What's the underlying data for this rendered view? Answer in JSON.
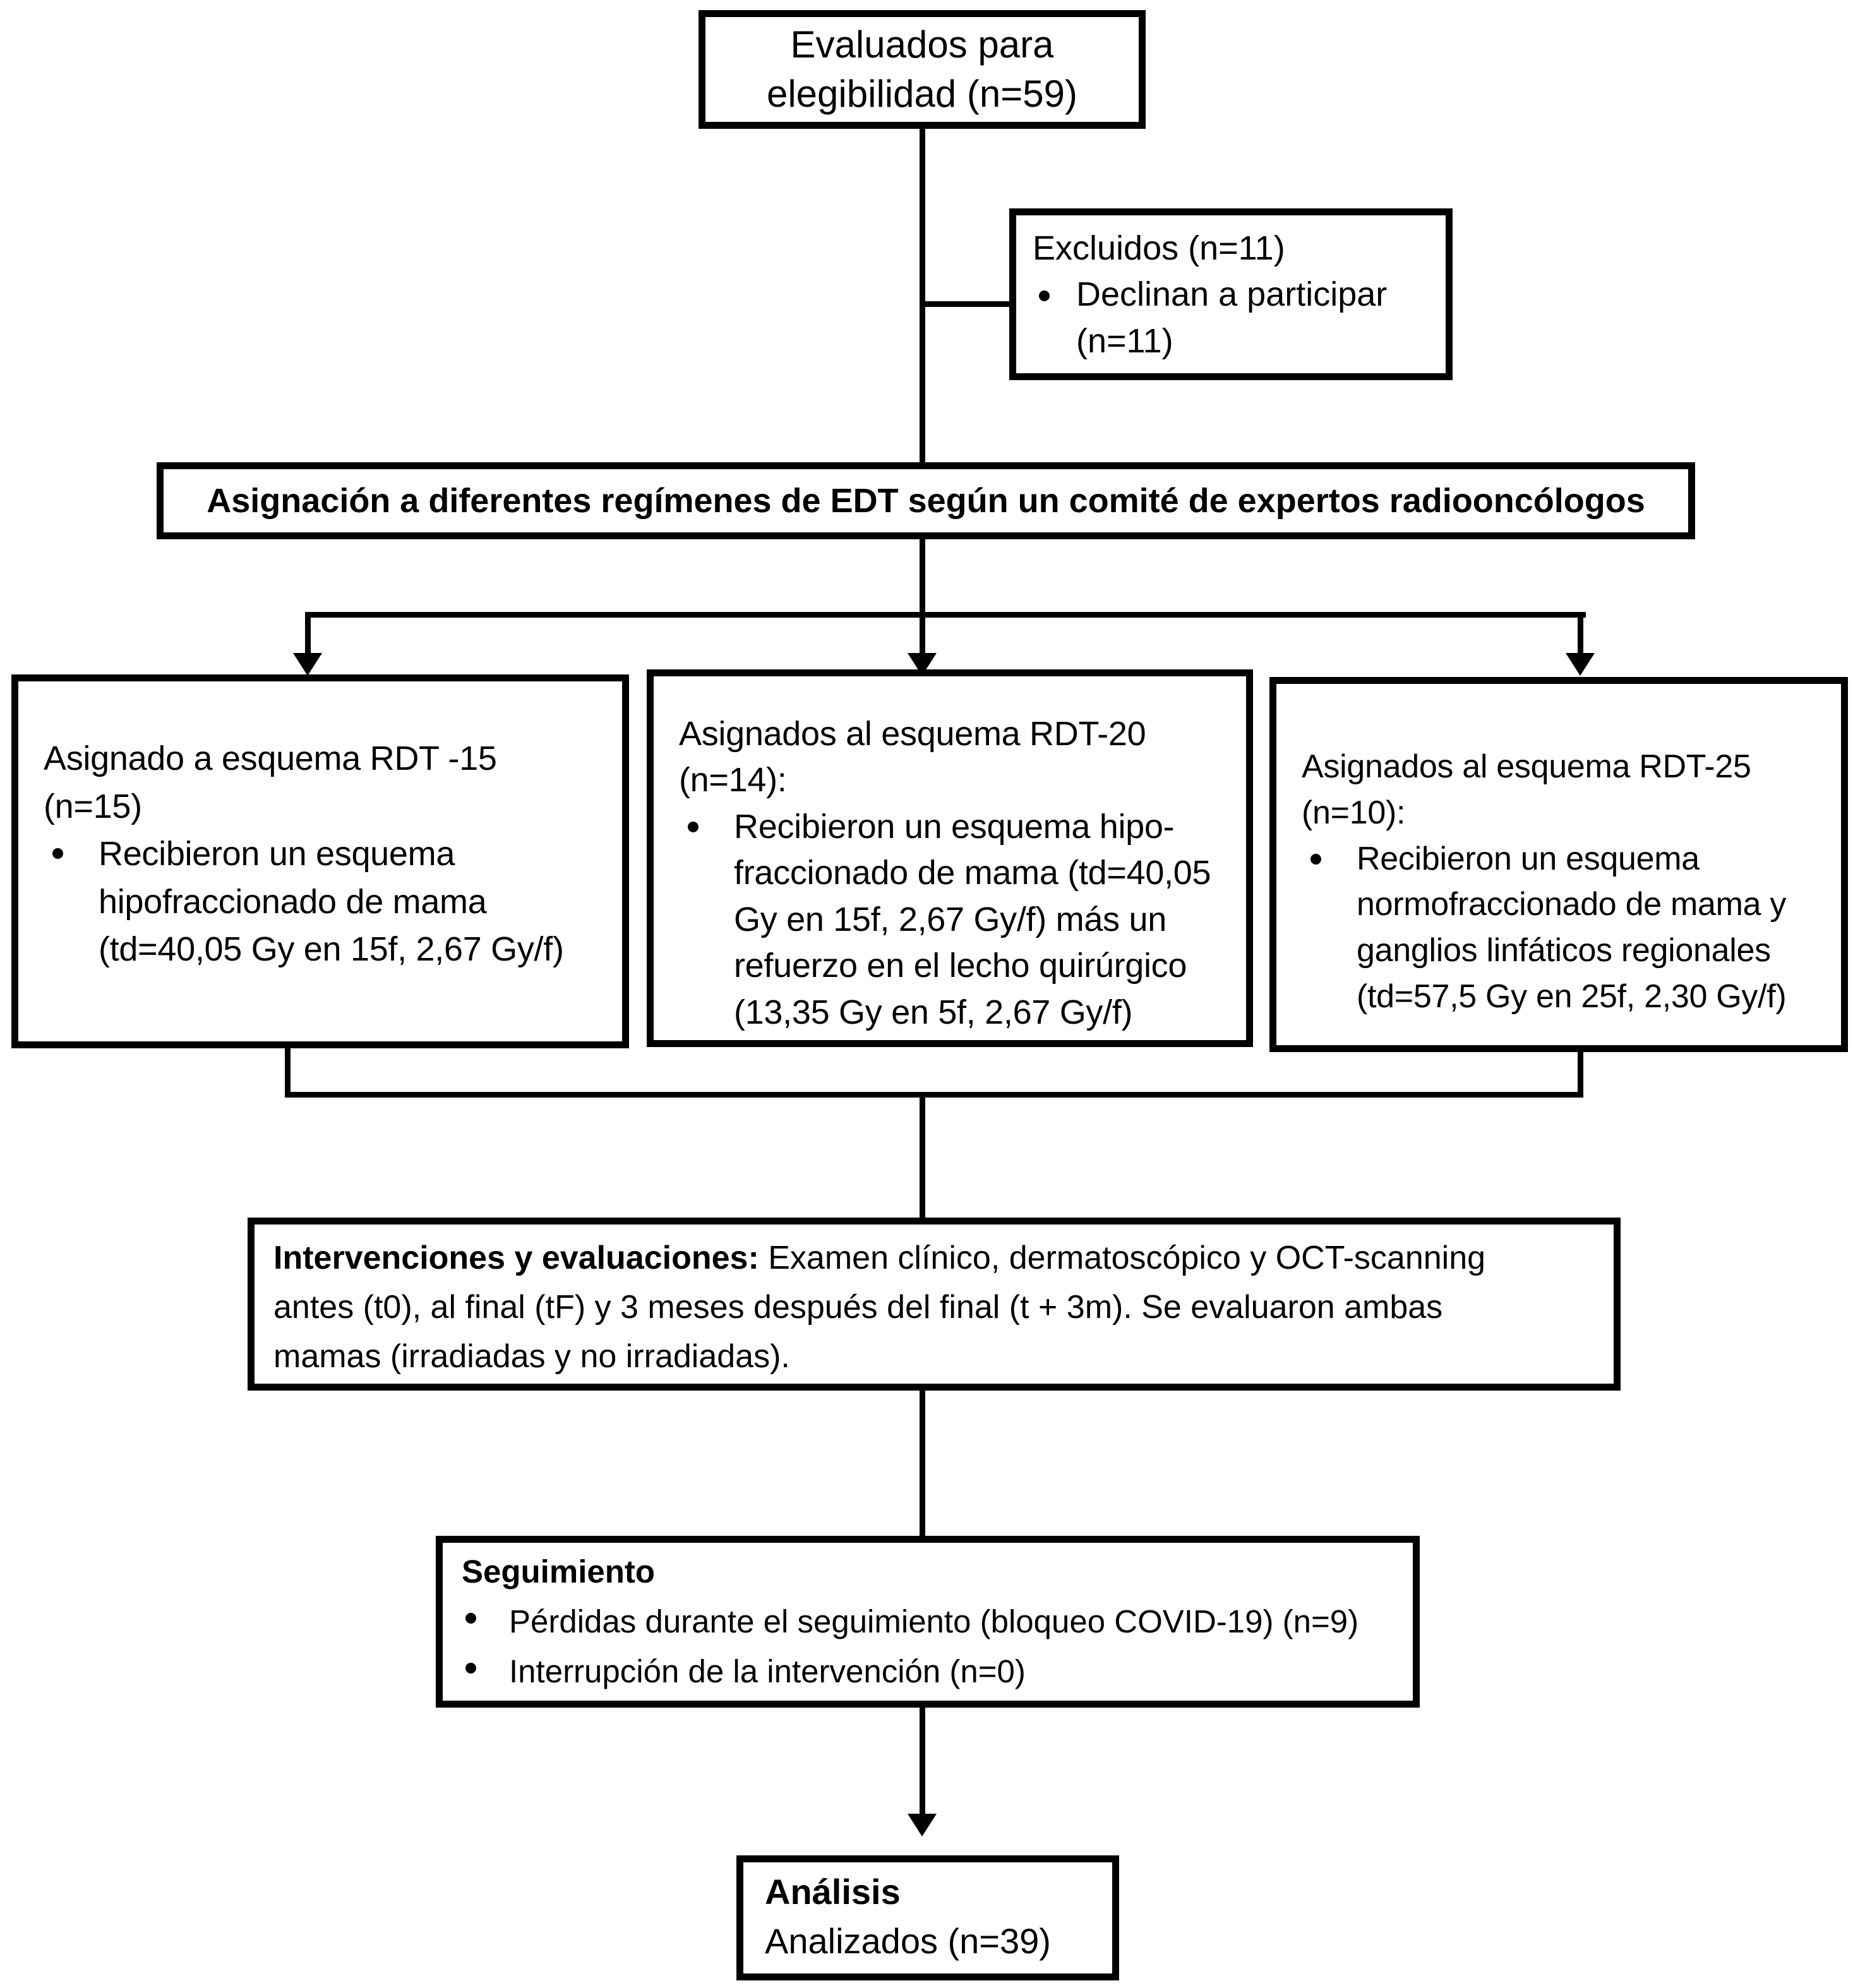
{
  "figure": {
    "type": "flowchart",
    "background": "#ffffff",
    "line_color": "#000000",
    "text_color": "#000000"
  },
  "eligibility": {
    "lines": [
      "Evaluados para",
      "elegibilidad (n=59)"
    ]
  },
  "excluded": {
    "title": "Excluidos (n=11)",
    "bullet_lines": [
      "Declinan a participar",
      "(n=11)"
    ]
  },
  "assignment": {
    "text": "Asignación a diferentes regímenes de EDT según un comité de expertos radiooncólogos"
  },
  "arms": [
    {
      "title_lines": [
        "Asignado a esquema RDT -15",
        "(n=15)"
      ],
      "bullet_lines": [
        "Recibieron un esquema",
        "hipofraccionado de mama",
        "(td=40,05 Gy en 15f, 2,67 Gy/f)"
      ]
    },
    {
      "title_lines": [
        "Asignados al esquema RDT-20",
        "(n=14):"
      ],
      "bullet_lines": [
        "Recibieron un esquema hipo-",
        "fraccionado de mama (td=40,05",
        "Gy en 15f, 2,67 Gy/f) más un",
        "refuerzo en el lecho quirúrgico",
        "(13,35 Gy en 5f, 2,67 Gy/f)"
      ]
    },
    {
      "title_lines": [
        "Asignados al esquema RDT-25",
        "(n=10):"
      ],
      "bullet_lines": [
        "Recibieron un esquema",
        "normofraccionado de mama y",
        "ganglios linfáticos regionales",
        "(td=57,5 Gy en 25f, 2,30 Gy/f)"
      ]
    }
  ],
  "interventions": {
    "lead_bold": "Intervenciones y evaluaciones:",
    "line1_rest": " Examen clínico, dermatoscópico y OCT-scanning",
    "line2": "antes (t0), al final (tF) y 3 meses después del final (t + 3m). Se evaluaron ambas",
    "line3": "mamas (irradiadas y no irradiadas)."
  },
  "followup": {
    "title": "Seguimiento",
    "bullets": [
      "Pérdidas durante el seguimiento (bloqueo COVID-19) (n=9)",
      "Interrupción de la intervención (n=0)"
    ]
  },
  "analysis": {
    "title": "Análisis",
    "text": "Analizados (n=39)"
  }
}
